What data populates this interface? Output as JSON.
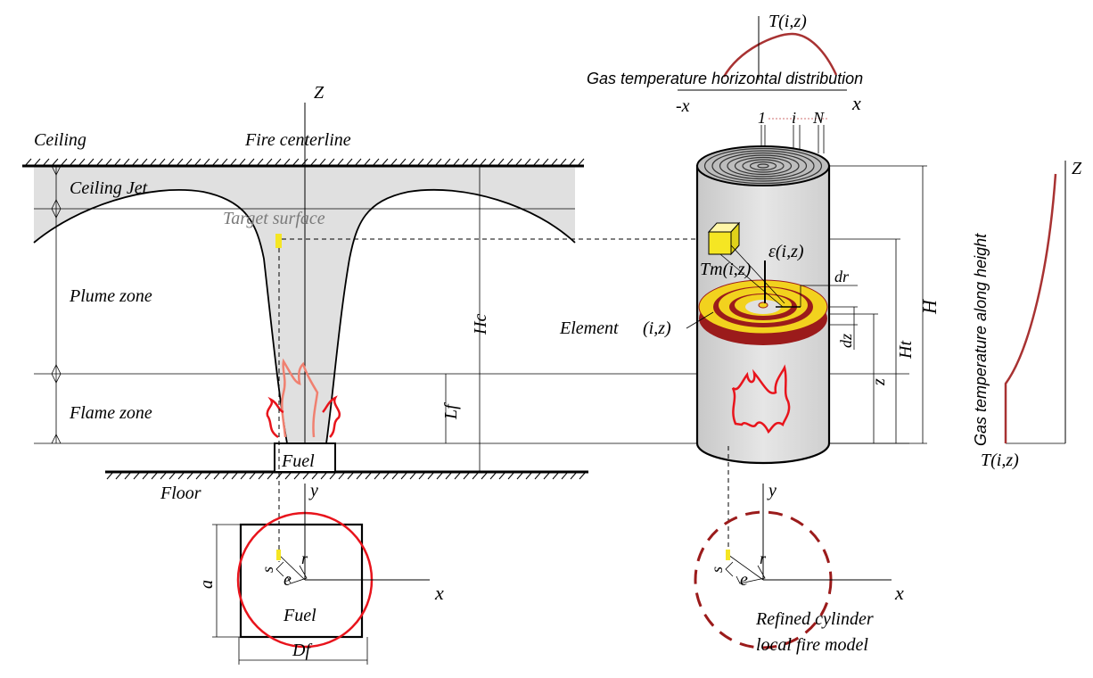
{
  "labels": {
    "z_axis": "Z",
    "ceiling": "Ceiling",
    "fire_centerline": "Fire centerline",
    "ceiling_jet": "Ceiling Jet",
    "target_surface": "Target surface",
    "plume_zone": "Plume zone",
    "flame_zone": "Flame zone",
    "hc": "Hc",
    "lf": "Lf",
    "fuel_side": "Fuel",
    "floor": "Floor",
    "y_left": "y",
    "x_left": "x",
    "a": "a",
    "s_left": "s",
    "e_left": "e",
    "r_left": "r",
    "fuel_plan": "Fuel",
    "df": "Df",
    "t_top": "T(i,z)",
    "gas_temp_horizontal": "Gas temperature horizontal distribution",
    "neg_x": "-x",
    "x_top": "x",
    "ring_1": "1",
    "ring_i": "i",
    "ring_n": "N",
    "epsilon": "ε(i,z)",
    "tm": "Tm(i,z)",
    "dr": "dr",
    "element": "Element",
    "element_idx": "(i,z)",
    "dz": "dz",
    "h_total": "H",
    "h_t": "Ht",
    "z_dim": "z",
    "y_right": "y",
    "s_right": "s",
    "e_right": "e",
    "r_right": "r",
    "x_right": "x",
    "refined_1": "Refined cylinder",
    "refined_2": "local fire model",
    "gas_temp_height": "Gas temperature along height",
    "z_right": "Z",
    "t_bottom": "T(i,z)"
  },
  "colors": {
    "smoke_fill": "#e0e0e0",
    "flame_red": "#e8141c",
    "flame_light": "#f08070",
    "dark_red": "#9b1b1b",
    "curve_red": "#a83232",
    "ring_yellow": "#f2d21e",
    "target_yellow": "#f5e623"
  }
}
